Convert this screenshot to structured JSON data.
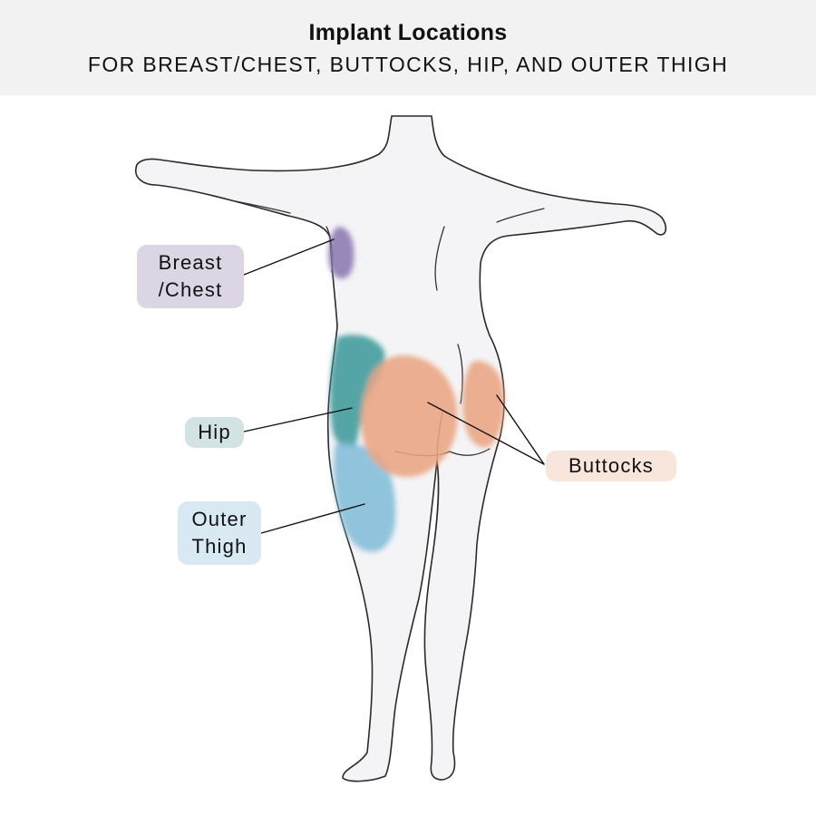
{
  "header": {
    "title": "Implant Locations",
    "subtitle": "FOR BREAST/CHEST, BUTTOCKS, HIP, AND OUTER THIGH"
  },
  "labels": {
    "breast_line1": "Breast",
    "breast_line2": "/Chest",
    "hip": "Hip",
    "thigh_line1": "Outer",
    "thigh_line2": "Thigh",
    "buttocks": "Buttocks"
  },
  "regions": [
    {
      "name": "Breast/Chest",
      "color": "#8e7cb3"
    },
    {
      "name": "Hip",
      "color": "#3f9b9c"
    },
    {
      "name": "Outer Thigh",
      "color": "#7fbcd8"
    },
    {
      "name": "Buttocks",
      "color": "#e9a582"
    }
  ],
  "colors": {
    "header_bg": "#f2f2f2",
    "body_fill": "#f4f4f6",
    "outline": "#2a2a2a"
  }
}
